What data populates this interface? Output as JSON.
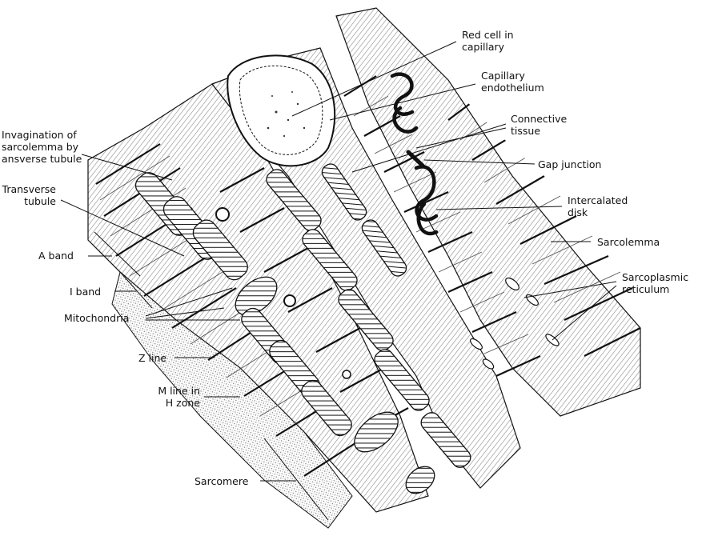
{
  "figure": {
    "ink_color": "#111111",
    "paper_color": "#ffffff",
    "labels": {
      "red_cell": [
        "Red cell in",
        "capillary"
      ],
      "endothelium": [
        "Capillary",
        "endothelium"
      ],
      "connective": [
        "Connective",
        "tissue"
      ],
      "gap_junction": "Gap junction",
      "intercalated": [
        "Intercalated",
        "disk"
      ],
      "sarcolemma": "Sarcolemma",
      "sr": [
        "Sarcoplasmic",
        "reticulum"
      ],
      "invagination": [
        "Invagination of",
        "sarcolemma by",
        "ansverse tubule"
      ],
      "t_tubule": [
        "Transverse",
        "tubule"
      ],
      "a_band": "A band",
      "i_band": "I band",
      "mito": "Mitochondria",
      "z_line": "Z line",
      "m_line": [
        "M line in",
        "H zone"
      ],
      "sarcomere": "Sarcomere"
    }
  }
}
